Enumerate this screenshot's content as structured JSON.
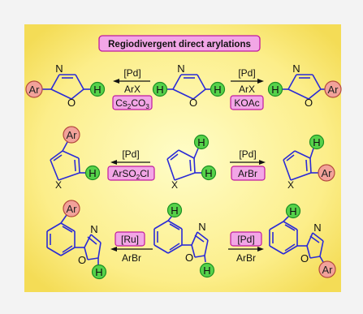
{
  "title": "Regiodivergent direct arylations",
  "labels": {
    "h": "H",
    "ar": "Ar",
    "n": "N",
    "o": "O",
    "x": "X"
  },
  "reactions": {
    "r1_left": {
      "top": "[Pd]",
      "bottom": "ArX",
      "box": "Cs2CO3",
      "box_sub": "2",
      "box_main": "Cs",
      "box_mid": "CO",
      "box_end": "3"
    },
    "r1_right": {
      "top": "[Pd]",
      "bottom": "ArX",
      "box": "KOAc"
    },
    "r2_left": {
      "top": "[Pd]",
      "box_main": "ArSO",
      "box_sub": "2",
      "box_end": "Cl"
    },
    "r2_right": {
      "top": "[Pd]",
      "box": "ArBr"
    },
    "r3_left": {
      "box": "[Ru]",
      "bottom": "ArBr"
    },
    "r3_right": {
      "box": "[Pd]",
      "bottom": "ArBr"
    }
  },
  "colors": {
    "panel_gradient_center": "#fffbb0",
    "panel_gradient_edge": "#f6df5c",
    "badge_fill": "#f2a6e6",
    "badge_stroke": "#c0199f",
    "h_fill": "#56d24a",
    "h_stroke": "#1c8f22",
    "ar_fill": "#f2a29a",
    "ar_stroke": "#b44a3e",
    "bond_color": "#2b2bd6"
  }
}
